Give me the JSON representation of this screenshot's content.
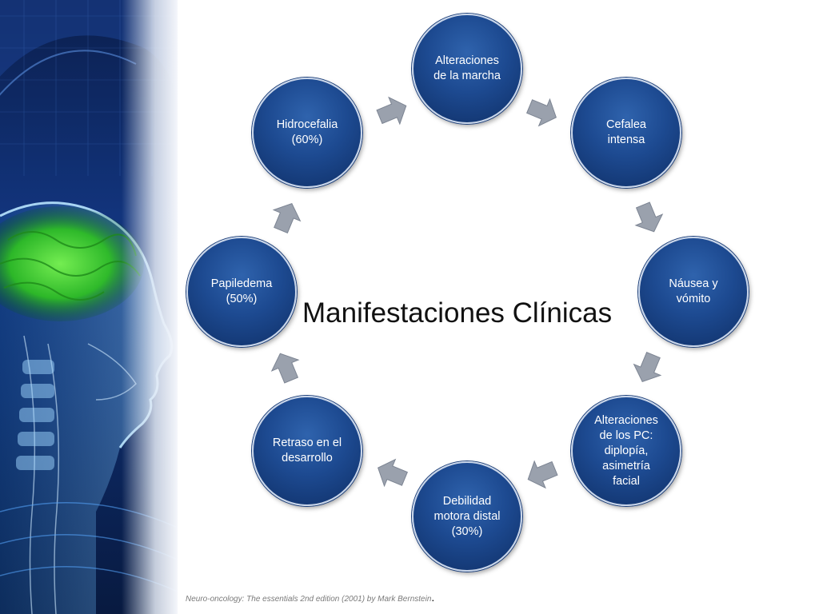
{
  "title": "Manifestaciones Clínicas",
  "citation": "Neuro-oncology: The essentials 2nd edition (2001) by Mark Bernstein",
  "citation_dot": ".",
  "nodes": [
    {
      "label": "Alteraciones\nde la marcha"
    },
    {
      "label": "Cefalea\nintensa"
    },
    {
      "label": "Náusea y\nvómito"
    },
    {
      "label": "Alteraciones\nde los PC:\ndiplopía,\nasimetría\nfacial"
    },
    {
      "label": "Debilidad\nmotora distal\n(30%)"
    },
    {
      "label": "Retraso en el\ndesarrollo"
    },
    {
      "label": "Papiledema\n(50%)"
    },
    {
      "label": "Hidrocefalia\n(60%)"
    }
  ],
  "colors": {
    "node_fill": "#1d4a91",
    "node_border": "#c9d6ea",
    "arrow": "#9aa1ad"
  },
  "side_image": "brain-xray-illustration"
}
